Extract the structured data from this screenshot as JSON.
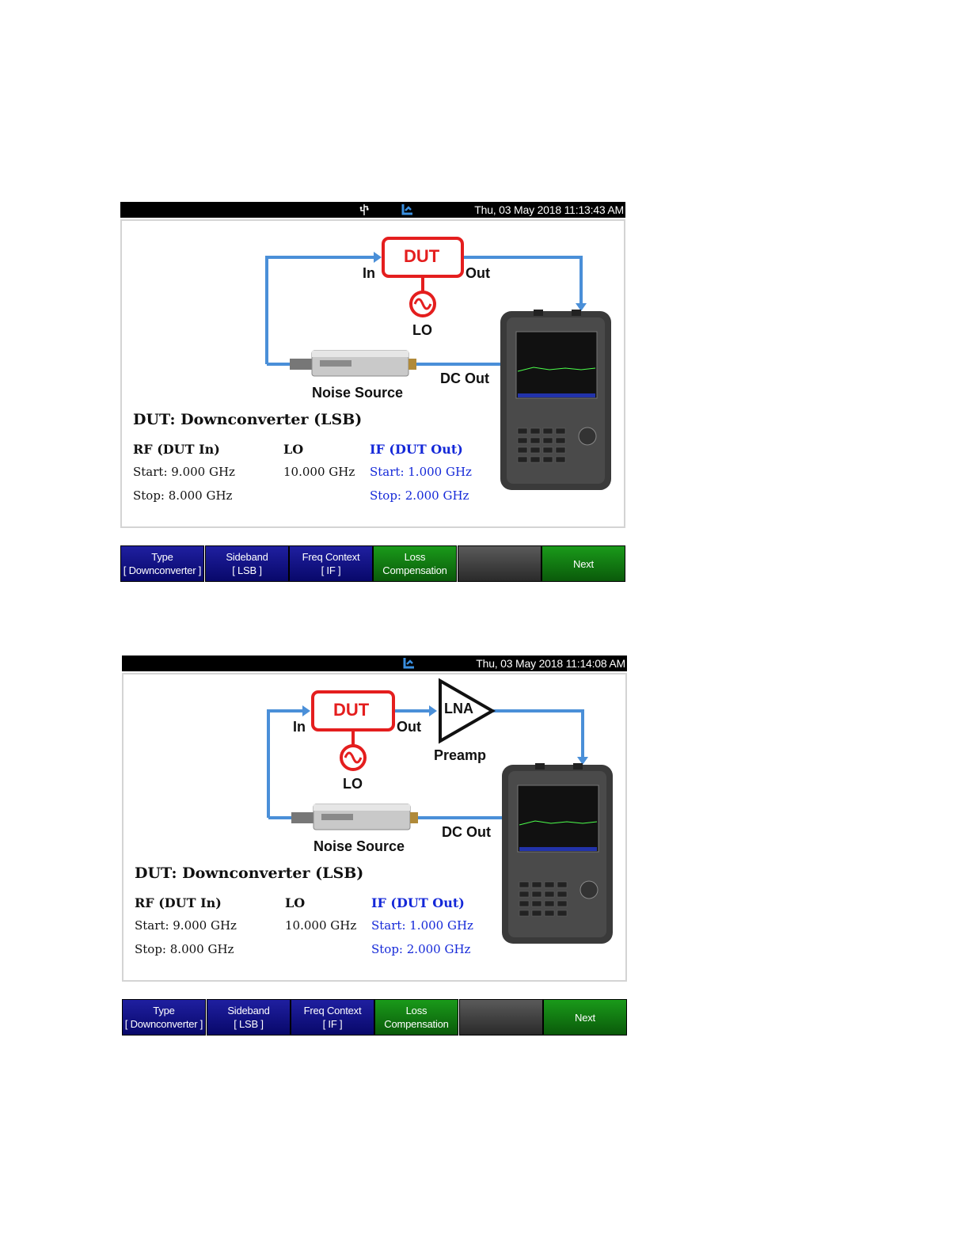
{
  "screens": [
    {
      "status": {
        "datetime": "Thu, 03 May 2018 11:13:43 AM",
        "icons": [
          "usb-icon",
          "network-icon"
        ]
      },
      "diagram": {
        "dut_label": "DUT",
        "in_label": "In",
        "out_label": "Out",
        "lo_label": "LO",
        "dc_out_label": "DC Out",
        "noise_source_label": "Noise Source"
      },
      "info": {
        "title": "DUT: Downconverter (LSB)",
        "rf_header": "RF (DUT In)",
        "rf_start": "Start: 9.000 GHz",
        "rf_stop": "Stop: 8.000 GHz",
        "lo_header": "LO",
        "lo_value": "10.000 GHz",
        "if_header": "IF (DUT Out)",
        "if_start": "Start: 1.000 GHz",
        "if_stop": "Stop: 2.000 GHz"
      },
      "softkeys": {
        "type_l1": "Type",
        "type_l2": "[ Downconverter ]",
        "sideband_l1": "Sideband",
        "sideband_l2": "[ LSB ]",
        "freq_l1": "Freq Context",
        "freq_l2": "[ IF ]",
        "loss_l1": "Loss",
        "loss_l2": "Compensation",
        "next": "Next"
      }
    },
    {
      "status": {
        "datetime": "Thu, 03 May 2018 11:14:08 AM",
        "icons": [
          "network-icon"
        ]
      },
      "diagram": {
        "dut_label": "DUT",
        "in_label": "In",
        "out_label": "Out",
        "lo_label": "LO",
        "dc_out_label": "DC Out",
        "noise_source_label": "Noise Source",
        "lna_label": "LNA",
        "preamp_label": "Preamp"
      },
      "info": {
        "title": "DUT: Downconverter (LSB)",
        "rf_header": "RF (DUT In)",
        "rf_start": "Start: 9.000 GHz",
        "rf_stop": "Stop: 8.000 GHz",
        "lo_header": "LO",
        "lo_value": "10.000 GHz",
        "if_header": "IF (DUT Out)",
        "if_start": "Start: 1.000 GHz",
        "if_stop": "Stop: 2.000 GHz"
      },
      "softkeys": {
        "type_l1": "Type",
        "type_l2": "[ Downconverter ]",
        "sideband_l1": "Sideband",
        "sideband_l2": "[ LSB ]",
        "freq_l1": "Freq Context",
        "freq_l2": "[ IF ]",
        "loss_l1": "Loss",
        "loss_l2": "Compensation",
        "next": "Next"
      }
    }
  ],
  "colors": {
    "wire": "#4a8fd8",
    "dut_red": "#e41e1e",
    "if_blue": "#1428d8",
    "softkey_blue": "#0a0a7a",
    "softkey_green": "#0f6f0f"
  }
}
